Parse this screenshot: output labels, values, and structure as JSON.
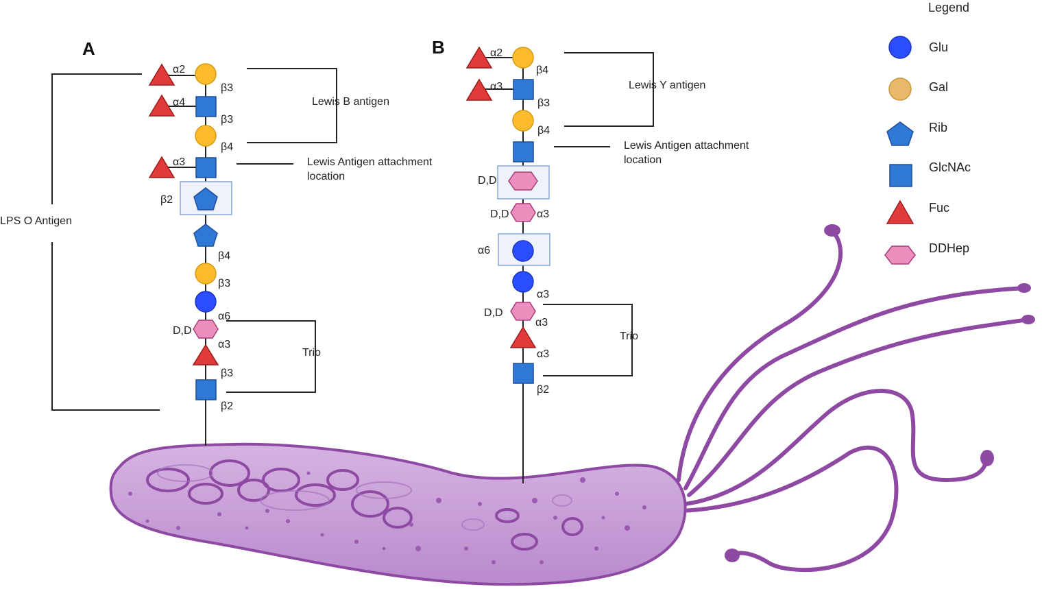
{
  "panels": {
    "a": {
      "letter": "A",
      "bonds": [
        "α2",
        "β3",
        "α4",
        "β3",
        "β4",
        "α3",
        "β2",
        "β4",
        "β3",
        "α6",
        "α3",
        "β3",
        "β2"
      ],
      "dd": "D,D",
      "lewis_label": "Lewis B antigen",
      "attach_label_1": "Lewis Antigen attachment",
      "attach_label_2": "location",
      "trio_label": "Trio",
      "lps_label": "LPS O Antigen"
    },
    "b": {
      "letter": "B",
      "bonds": [
        "α2",
        "β4",
        "α3",
        "β3",
        "β4",
        "α3",
        "α6",
        "α3",
        "α3",
        "α3",
        "β2"
      ],
      "dd": [
        "D,D",
        "D,D",
        "D,D"
      ],
      "lewis_label": "Lewis Y antigen",
      "attach_label_1": "Lewis Antigen attachment",
      "attach_label_2": "location",
      "trio_label": "Trio"
    }
  },
  "legend": {
    "title": "Legend",
    "items": [
      {
        "name": "Glu",
        "shape": "circle",
        "color": "#2a4dff"
      },
      {
        "name": "Gal",
        "shape": "circle",
        "color": "#e8b96a"
      },
      {
        "name": "Rib",
        "shape": "pentagon",
        "color": "#2f78d6"
      },
      {
        "name": "GlcNAc",
        "shape": "square",
        "color": "#2f78d6"
      },
      {
        "name": "Fuc",
        "shape": "triangle",
        "color": "#e03a3a"
      },
      {
        "name": "DDHep",
        "shape": "hexagon",
        "color": "#ec8fbf"
      }
    ]
  },
  "colors": {
    "glu": "#2a4dff",
    "gal_chain": "#fbbb2c",
    "gal_legend": "#e8b96a",
    "blue_shape": "#2f78d6",
    "fuc": "#e03a3a",
    "ddhep": "#ec8fbf",
    "bacterium": "#c99fd8",
    "bacterium_outline": "#8e4aa3"
  }
}
